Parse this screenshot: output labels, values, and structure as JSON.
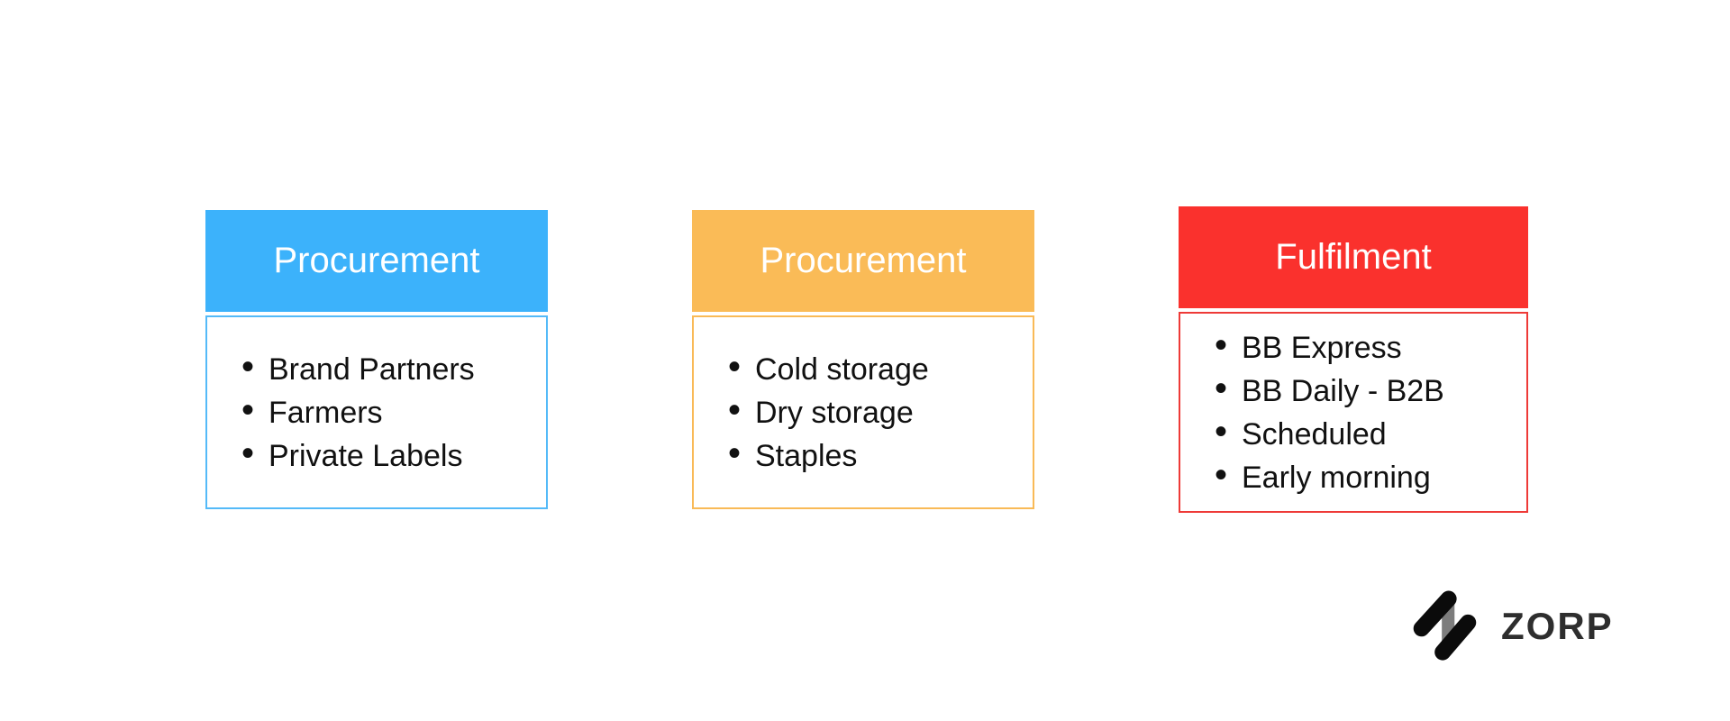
{
  "canvas": {
    "background": "#FFFFFF"
  },
  "styles": {
    "header_text_color": "#FFFFFF",
    "body_text_color": "#111111"
  },
  "cards": [
    {
      "title": "Procurement",
      "header_color": "#3CB2FB",
      "border_color": "#54BAF8",
      "items": [
        "Brand Partners",
        "Farmers",
        "Private Labels"
      ]
    },
    {
      "title": "Procurement",
      "header_color": "#FABB57",
      "border_color": "#F9BA57",
      "items": [
        "Cold storage",
        "Dry storage",
        "Staples"
      ]
    },
    {
      "title": "Fulfilment",
      "header_color": "#FA312D",
      "border_color": "#EE3A37",
      "items": [
        "BB Express",
        "BB Daily - B2B",
        "Scheduled",
        "Early morning"
      ]
    }
  ],
  "logo": {
    "text": "ZORP",
    "text_color": "#2E2E2E",
    "mark_bar_color": "#0B0B0B",
    "mark_connector_color": "#7D7D7D"
  }
}
